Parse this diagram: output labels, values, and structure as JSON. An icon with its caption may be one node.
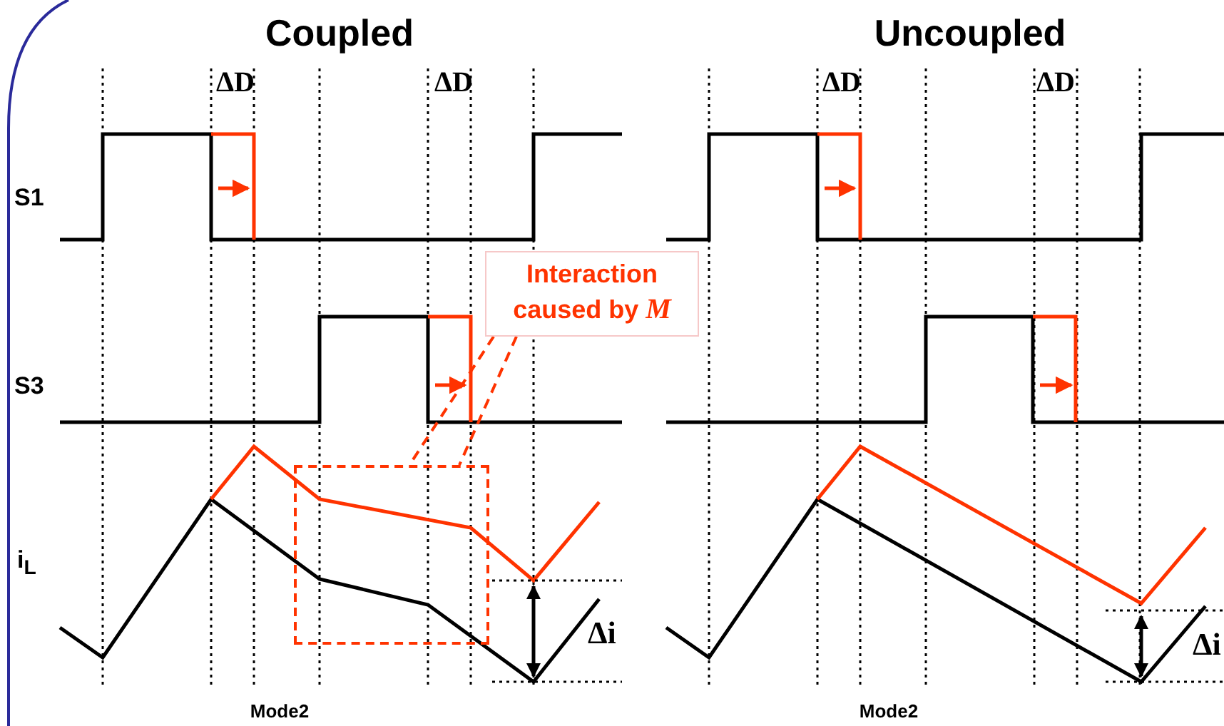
{
  "diagram": {
    "nodes": [
      {
        "text": [
          "Interaction caused by *M*"
        ]
      },
      {
        "text": [],
        "shape": "box"
      }
    ],
    "edges": [
      {
        "from": 0,
        "to": 1,
        "arrow": "none",
        "style": "dashed"
      }
    ],
    "labels": [
      "Coupled",
      "Uncoupled",
      "ΔD",
      "ΔD",
      "ΔD",
      "ΔD",
      "S1",
      "S3",
      "i$_{L}$",
      "Δi",
      "Δi",
      "Mode2",
      "Mode2"
    ]
  }
}
